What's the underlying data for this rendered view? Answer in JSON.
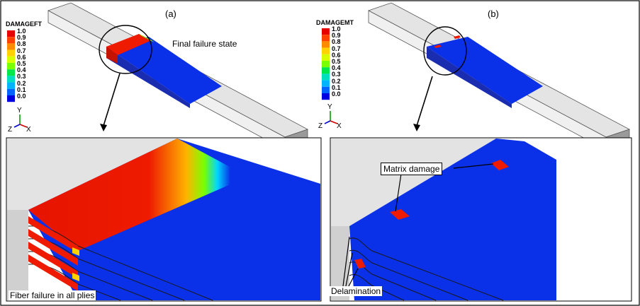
{
  "panel_a": {
    "label": "(a)",
    "legend_title": "DAMAGEFT",
    "caption": "Final failure state",
    "bottom_caption": "Fiber failure in all plies"
  },
  "panel_b": {
    "label": "(b)",
    "legend_title": "DAMAGEMT",
    "callout_matrix": "Matrix damage",
    "callout_delam": "Delamination"
  },
  "legend": {
    "ticks": [
      "1.0",
      "0.9",
      "0.8",
      "0.7",
      "0.6",
      "0.5",
      "0.4",
      "0.3",
      "0.2",
      "0.1",
      "0.0"
    ],
    "colors": [
      "#e60000",
      "#ff4000",
      "#ff8c00",
      "#ffd200",
      "#d7ff00",
      "#7aff00",
      "#00e64d",
      "#00e0c0",
      "#00b4ff",
      "#0064ff",
      "#0000e0"
    ]
  },
  "axes": {
    "y": "Y",
    "z": "Z",
    "x": "X"
  },
  "colors": {
    "damage_red": "#ee1b00",
    "intact_blue": "#0a30e8",
    "grip_gray": "#e3e3e3",
    "frame": "#000000"
  }
}
